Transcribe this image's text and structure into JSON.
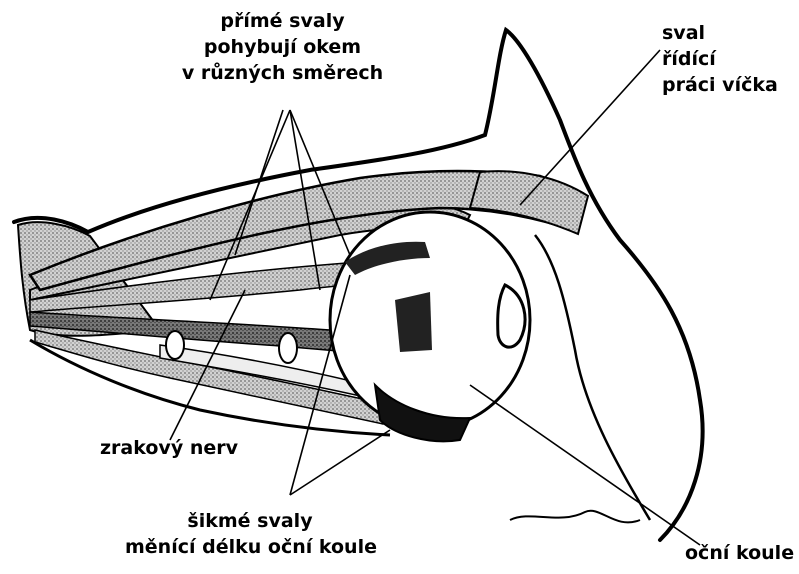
{
  "labels": {
    "straight_muscles": [
      "přímé svaly",
      "pohybují okem",
      "v různých směrech"
    ],
    "lid_muscle": [
      "sval",
      "řídící",
      "práci víčka"
    ],
    "optic_nerve": "zrakový nerv",
    "oblique_muscles": [
      "šikmé svaly",
      "měnící délku oční koule"
    ],
    "eyeball": "oční koule"
  },
  "colors": {
    "ink": "#000000",
    "muscle_gray": "#8a8a8a",
    "light_gray": "#c8c8c8",
    "paper": "#ffffff"
  }
}
